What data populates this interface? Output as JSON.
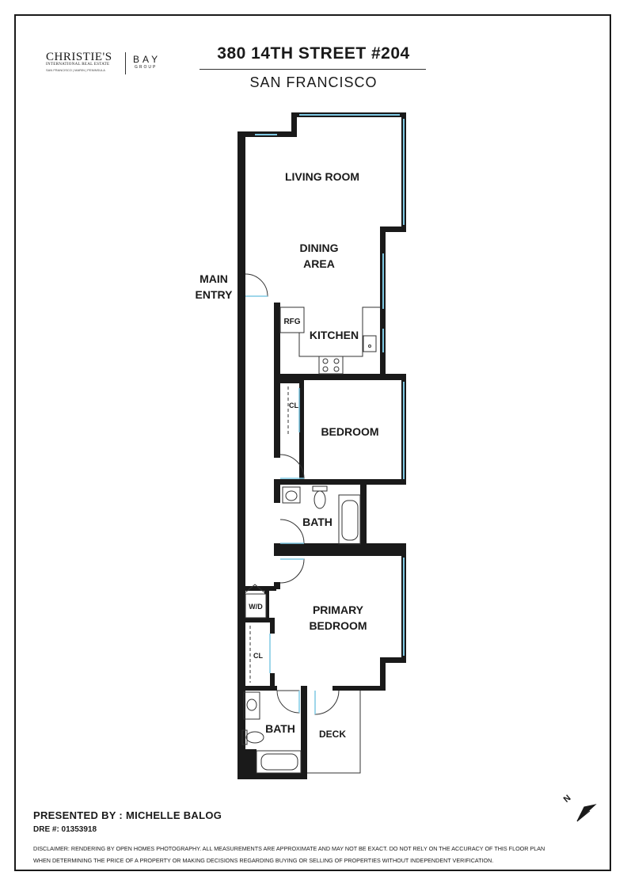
{
  "logo": {
    "brand": "CHRISTIE'S",
    "sub": "INTERNATIONAL REAL ESTATE",
    "tagline": "SAN FRANCISCO | MARIN | PENINSULA",
    "partner": "BAY",
    "partner_sub": "GROUP"
  },
  "header": {
    "title": "380 14TH STREET #204",
    "subtitle": "SAN FRANCISCO"
  },
  "rooms": {
    "living_room": "LIVING ROOM",
    "dining_line1": "DINING",
    "dining_line2": "AREA",
    "kitchen": "KITCHEN",
    "bedroom": "BEDROOM",
    "bath_upper": "BATH",
    "primary_line1": "PRIMARY",
    "primary_line2": "BEDROOM",
    "bath_lower": "BATH",
    "deck": "DECK",
    "main_entry_line1": "MAIN",
    "main_entry_line2": "ENTRY"
  },
  "fixtures": {
    "refrigerator": "RFG",
    "closet_upper": "CL",
    "closet_lower": "CL",
    "washer_dryer": "W/D"
  },
  "footer": {
    "presented_by": "PRESENTED BY : MICHELLE BALOG",
    "dre": "DRE #: 01353918",
    "disclaimer_line1": "DISCLAIMER: RENDERING BY OPEN HOMES PHOTOGRAPHY. ALL MEASUREMENTS ARE APPROXIMATE AND MAY NOT BE EXACT. DO NOT RELY ON THE ACCURACY OF THIS FLOOR PLAN",
    "disclaimer_line2": "WHEN DETERMINING THE PRICE OF A PROPERTY OR MAKING DECISIONS REGARDING BUYING OR SELLING OF PROPERTIES WITHOUT INDEPENDENT VERIFICATION."
  },
  "compass": {
    "label": "N"
  },
  "colors": {
    "wall": "#1a1a1a",
    "window": "#7ec8e3",
    "line": "#333333"
  }
}
